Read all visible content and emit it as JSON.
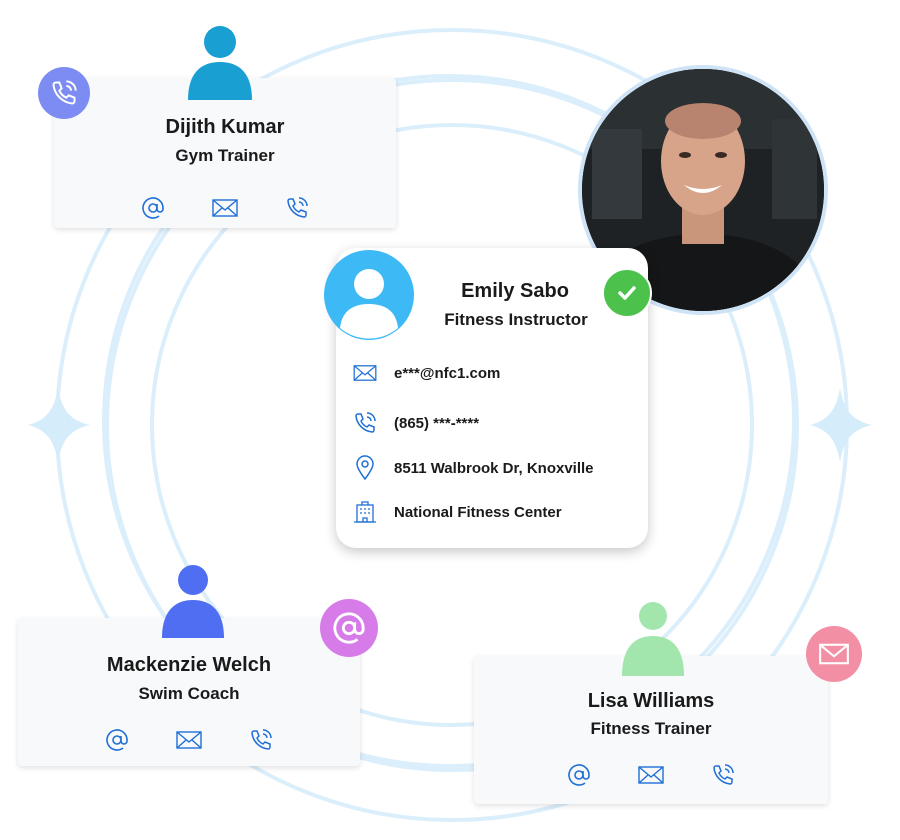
{
  "contacts": [
    {
      "name": "Dijith Kumar",
      "role": "Gym Trainer"
    },
    {
      "name": "Mackenzie Welch",
      "role": "Swim Coach"
    },
    {
      "name": "Lisa Williams",
      "role": "Fitness Trainer"
    }
  ],
  "profile": {
    "name": "Emily Sabo",
    "role": "Fitness Instructor",
    "email": "e***@nfc1.com",
    "phone": "(865) ***-****",
    "address": "8511 Walbrook Dr, Knoxville",
    "workplace": "National Fitness Center",
    "verified": true
  },
  "icons": {
    "email": "at-icon",
    "mail": "envelope-icon",
    "phone": "phone-icon",
    "location": "location-pin-icon",
    "building": "building-icon",
    "check": "check-icon"
  },
  "colors": {
    "ring": "#dbeefb",
    "avatar_teal": "#1a9fd3",
    "avatar_blue": "#4f6ef1",
    "avatar_green": "#a2e6ad",
    "avatar_sky": "#3db9f5",
    "icon_blue": "#1f6fd6",
    "badge_phone": "#7d8cf2",
    "badge_at": "#d77be8",
    "badge_mail": "#f28fa4",
    "check_green": "#4cc24c"
  }
}
